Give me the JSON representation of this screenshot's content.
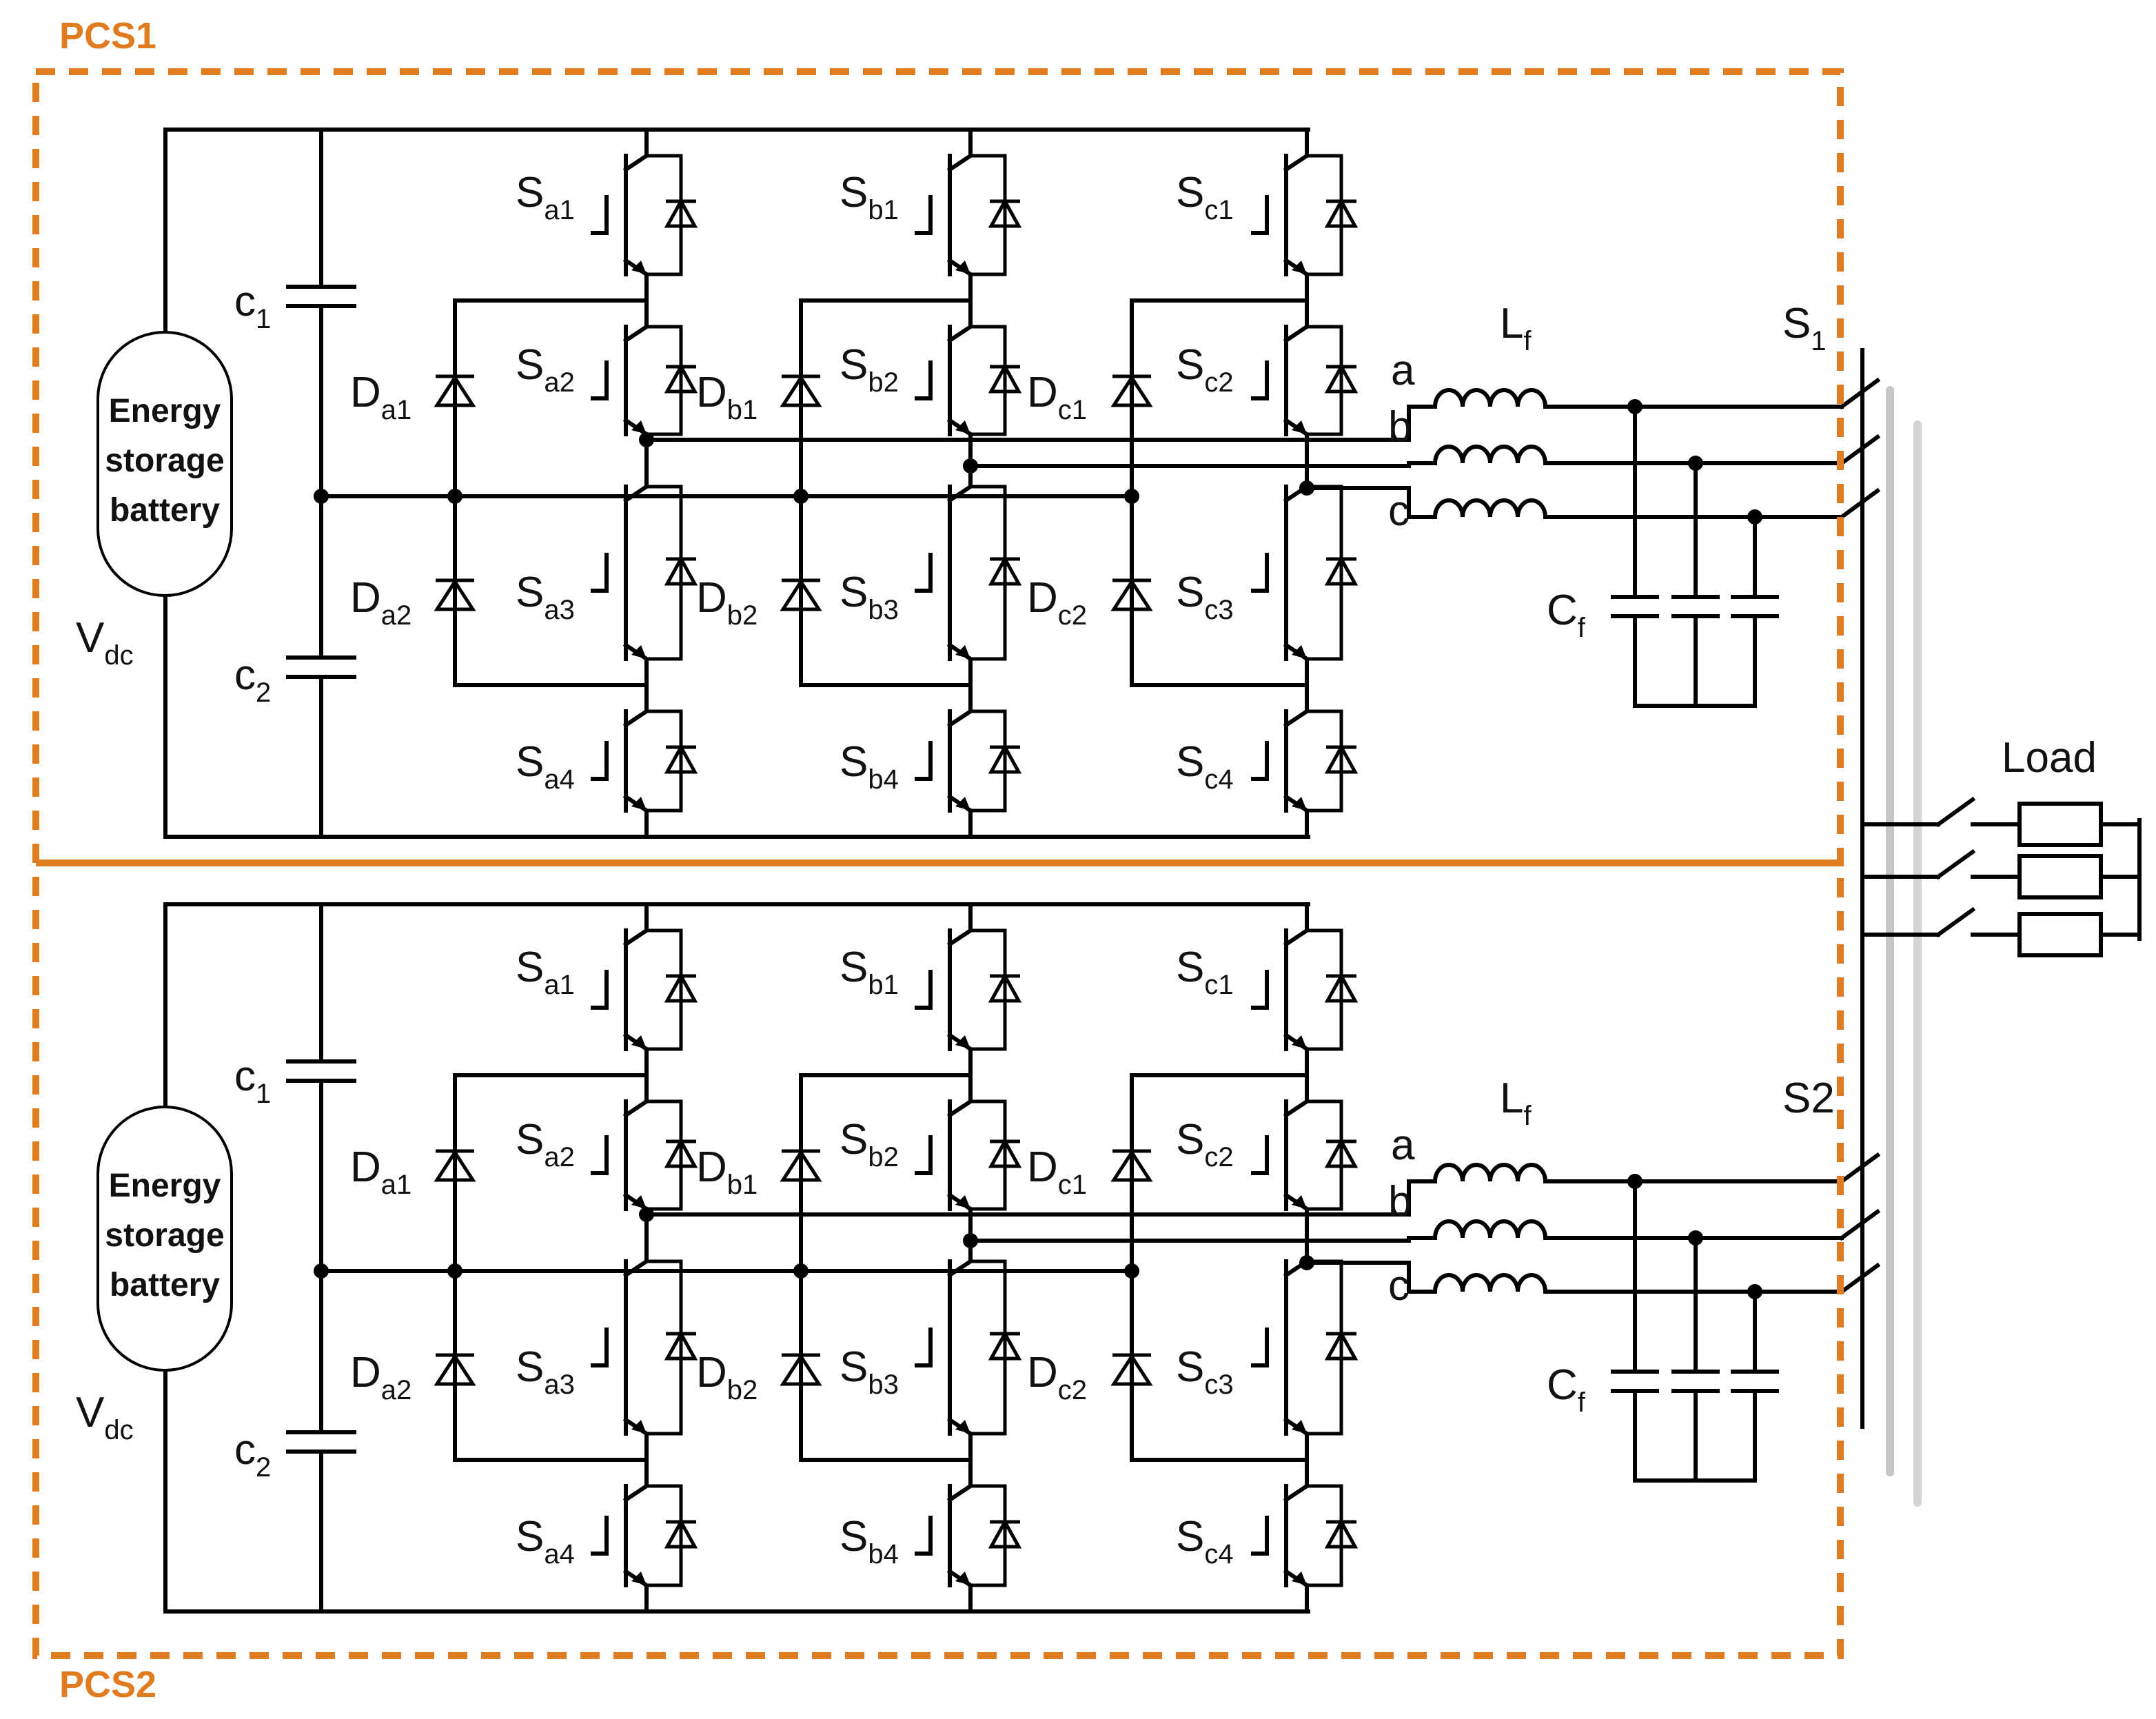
{
  "colors": {
    "frame": "#E07B1F",
    "wire": "#000000",
    "bus_shadow": "#B8B8B8"
  },
  "pcs": [
    {
      "id": "PCS1",
      "title": "PCS1",
      "battery": [
        "Energy",
        "storage",
        "battery"
      ],
      "vdc": {
        "main": "V",
        "sub": "dc"
      },
      "caps": [
        {
          "main": "c",
          "sub": "1"
        },
        {
          "main": "c",
          "sub": "2"
        }
      ],
      "diodes": [
        {
          "main": "D",
          "sub": "a1"
        },
        {
          "main": "D",
          "sub": "a2"
        },
        {
          "main": "D",
          "sub": "b1"
        },
        {
          "main": "D",
          "sub": "b2"
        },
        {
          "main": "D",
          "sub": "c1"
        },
        {
          "main": "D",
          "sub": "c2"
        }
      ],
      "switches": [
        {
          "main": "S",
          "sub": "a1"
        },
        {
          "main": "S",
          "sub": "a2"
        },
        {
          "main": "S",
          "sub": "a3"
        },
        {
          "main": "S",
          "sub": "a4"
        },
        {
          "main": "S",
          "sub": "b1"
        },
        {
          "main": "S",
          "sub": "b2"
        },
        {
          "main": "S",
          "sub": "b3"
        },
        {
          "main": "S",
          "sub": "b4"
        },
        {
          "main": "S",
          "sub": "c1"
        },
        {
          "main": "S",
          "sub": "c2"
        },
        {
          "main": "S",
          "sub": "c3"
        },
        {
          "main": "S",
          "sub": "c4"
        }
      ],
      "phases": [
        "a",
        "b",
        "c"
      ],
      "inductor": {
        "main": "L",
        "sub": "f"
      },
      "filter_cap": {
        "main": "C",
        "sub": "f"
      },
      "breaker": {
        "main": "S",
        "sub": "1"
      }
    },
    {
      "id": "PCS2",
      "title": "PCS2",
      "battery": [
        "Energy",
        "storage",
        "battery"
      ],
      "vdc": {
        "main": "V",
        "sub": "dc"
      },
      "caps": [
        {
          "main": "c",
          "sub": "1"
        },
        {
          "main": "c",
          "sub": "2"
        }
      ],
      "diodes": [
        {
          "main": "D",
          "sub": "a1"
        },
        {
          "main": "D",
          "sub": "a2"
        },
        {
          "main": "D",
          "sub": "b1"
        },
        {
          "main": "D",
          "sub": "b2"
        },
        {
          "main": "D",
          "sub": "c1"
        },
        {
          "main": "D",
          "sub": "c2"
        }
      ],
      "switches": [
        {
          "main": "S",
          "sub": "a1"
        },
        {
          "main": "S",
          "sub": "a2"
        },
        {
          "main": "S",
          "sub": "a3"
        },
        {
          "main": "S",
          "sub": "a4"
        },
        {
          "main": "S",
          "sub": "b1"
        },
        {
          "main": "S",
          "sub": "b2"
        },
        {
          "main": "S",
          "sub": "b3"
        },
        {
          "main": "S",
          "sub": "b4"
        },
        {
          "main": "S",
          "sub": "c1"
        },
        {
          "main": "S",
          "sub": "c2"
        },
        {
          "main": "S",
          "sub": "c3"
        },
        {
          "main": "S",
          "sub": "c4"
        }
      ],
      "phases": [
        "a",
        "b",
        "c"
      ],
      "inductor": {
        "main": "L",
        "sub": "f"
      },
      "filter_cap": {
        "main": "C",
        "sub": "f"
      },
      "breaker": {
        "main": "S2",
        "sub": ""
      }
    }
  ],
  "load": {
    "label": "Load"
  }
}
